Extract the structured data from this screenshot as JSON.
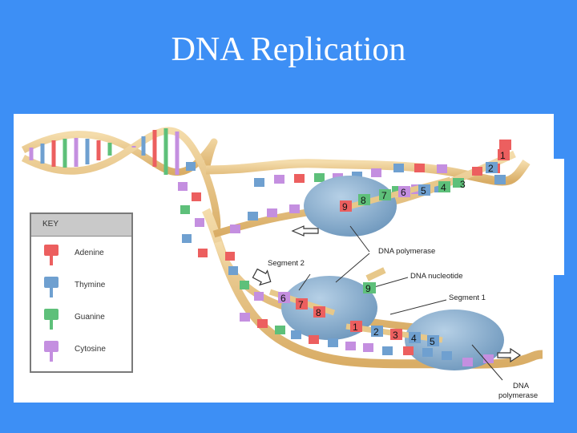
{
  "slide": {
    "title": "DNA Replication"
  },
  "key": {
    "heading": "KEY",
    "entries": [
      {
        "label": "Adenine",
        "color": "#ec5f5f"
      },
      {
        "label": "Thymine",
        "color": "#6fa0d0"
      },
      {
        "label": "Guanine",
        "color": "#5ec07a"
      },
      {
        "label": "Cytosine",
        "color": "#c48fe0"
      }
    ]
  },
  "callouts": {
    "dna_polymerase_top": "DNA polymerase",
    "segment_2": "Segment 2",
    "dna_nucleotide": "DNA nucleotide",
    "segment_1": "Segment 1",
    "dna_polymerase_bottom_1": "DNA",
    "dna_polymerase_bottom_2": "polymerase"
  },
  "upper_fork_numbers": [
    "1",
    "2",
    "3",
    "4",
    "5",
    "6",
    "7",
    "8",
    "9"
  ],
  "lower_segment2_numbers": [
    "6",
    "7",
    "8"
  ],
  "lower_segment1_numbers": [
    "1",
    "2",
    "3",
    "4",
    "5"
  ],
  "free_nucleotide_number": "9",
  "colors": {
    "background": "#3d8ff5",
    "backbone": "#e9c68c",
    "polymerase": "#7fa8c9"
  }
}
